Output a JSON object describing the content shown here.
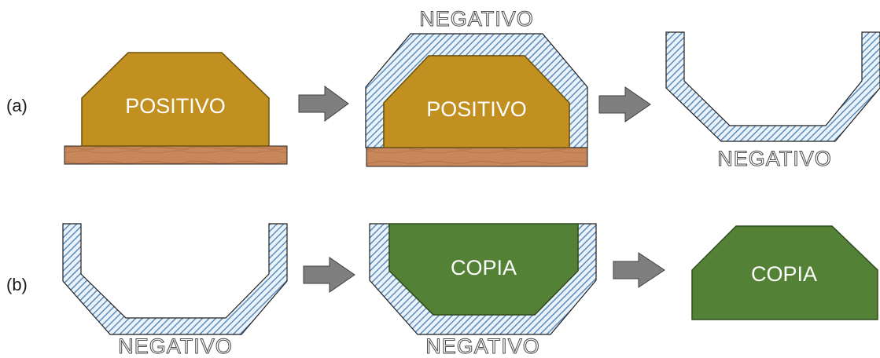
{
  "row_labels": {
    "a": "(a)",
    "b": "(b)"
  },
  "texts": {
    "positive": "POSITIVO",
    "negative": "NEGATIVO",
    "copy": "COPIA"
  },
  "colors": {
    "positive_fill": "#C19020",
    "positive_stroke": "#6B5212",
    "copy_fill": "#538135",
    "copy_stroke": "#2F4A1F",
    "mold_hatch": "#5B8DBE",
    "mold_bg": "#EAF2FA",
    "wood": "#C8875A",
    "wood_grain": "#9A5E36",
    "arrow": "#7F7F7F",
    "arrow_stroke": "#3F3F3F"
  }
}
